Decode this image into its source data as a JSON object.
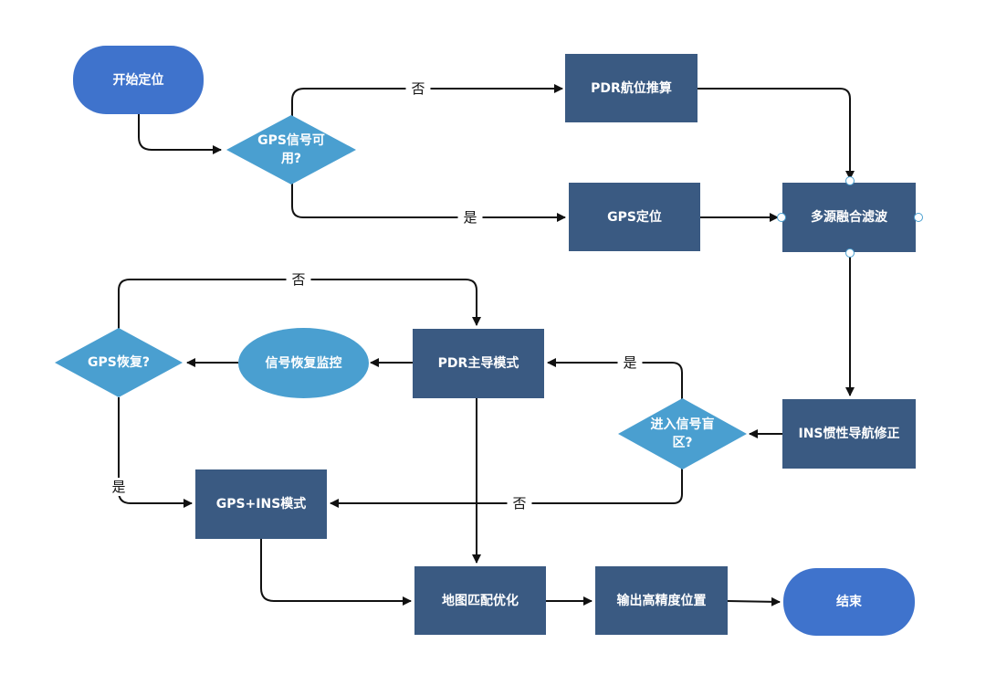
{
  "nodes": {
    "start": "开始定位",
    "gps_check": "GPS信号可用?",
    "pdr_dead_reckoning": "PDR航位推算",
    "gps_positioning": "GPS定位",
    "fusion": "多源融合滤波",
    "ins_correction": "INS惯性导航修正",
    "blind_zone_check": "进入信号盲区?",
    "pdr_mode": "PDR主导模式",
    "signal_monitor": "信号恢复监控",
    "gps_recover_check": "GPS恢复?",
    "gps_ins_mode": "GPS+INS模式",
    "map_matching": "地图匹配优化",
    "output": "输出高精度位置",
    "end": "结束"
  },
  "edge_labels": {
    "gps_no": "否",
    "gps_yes": "是",
    "recover_no": "否",
    "blind_yes": "是",
    "recover_yes": "是",
    "blind_no": "否"
  },
  "colors": {
    "process": "#3a5a82",
    "terminal": "#3f73cc",
    "decision": "#4a9fd0",
    "line": "#111111"
  }
}
